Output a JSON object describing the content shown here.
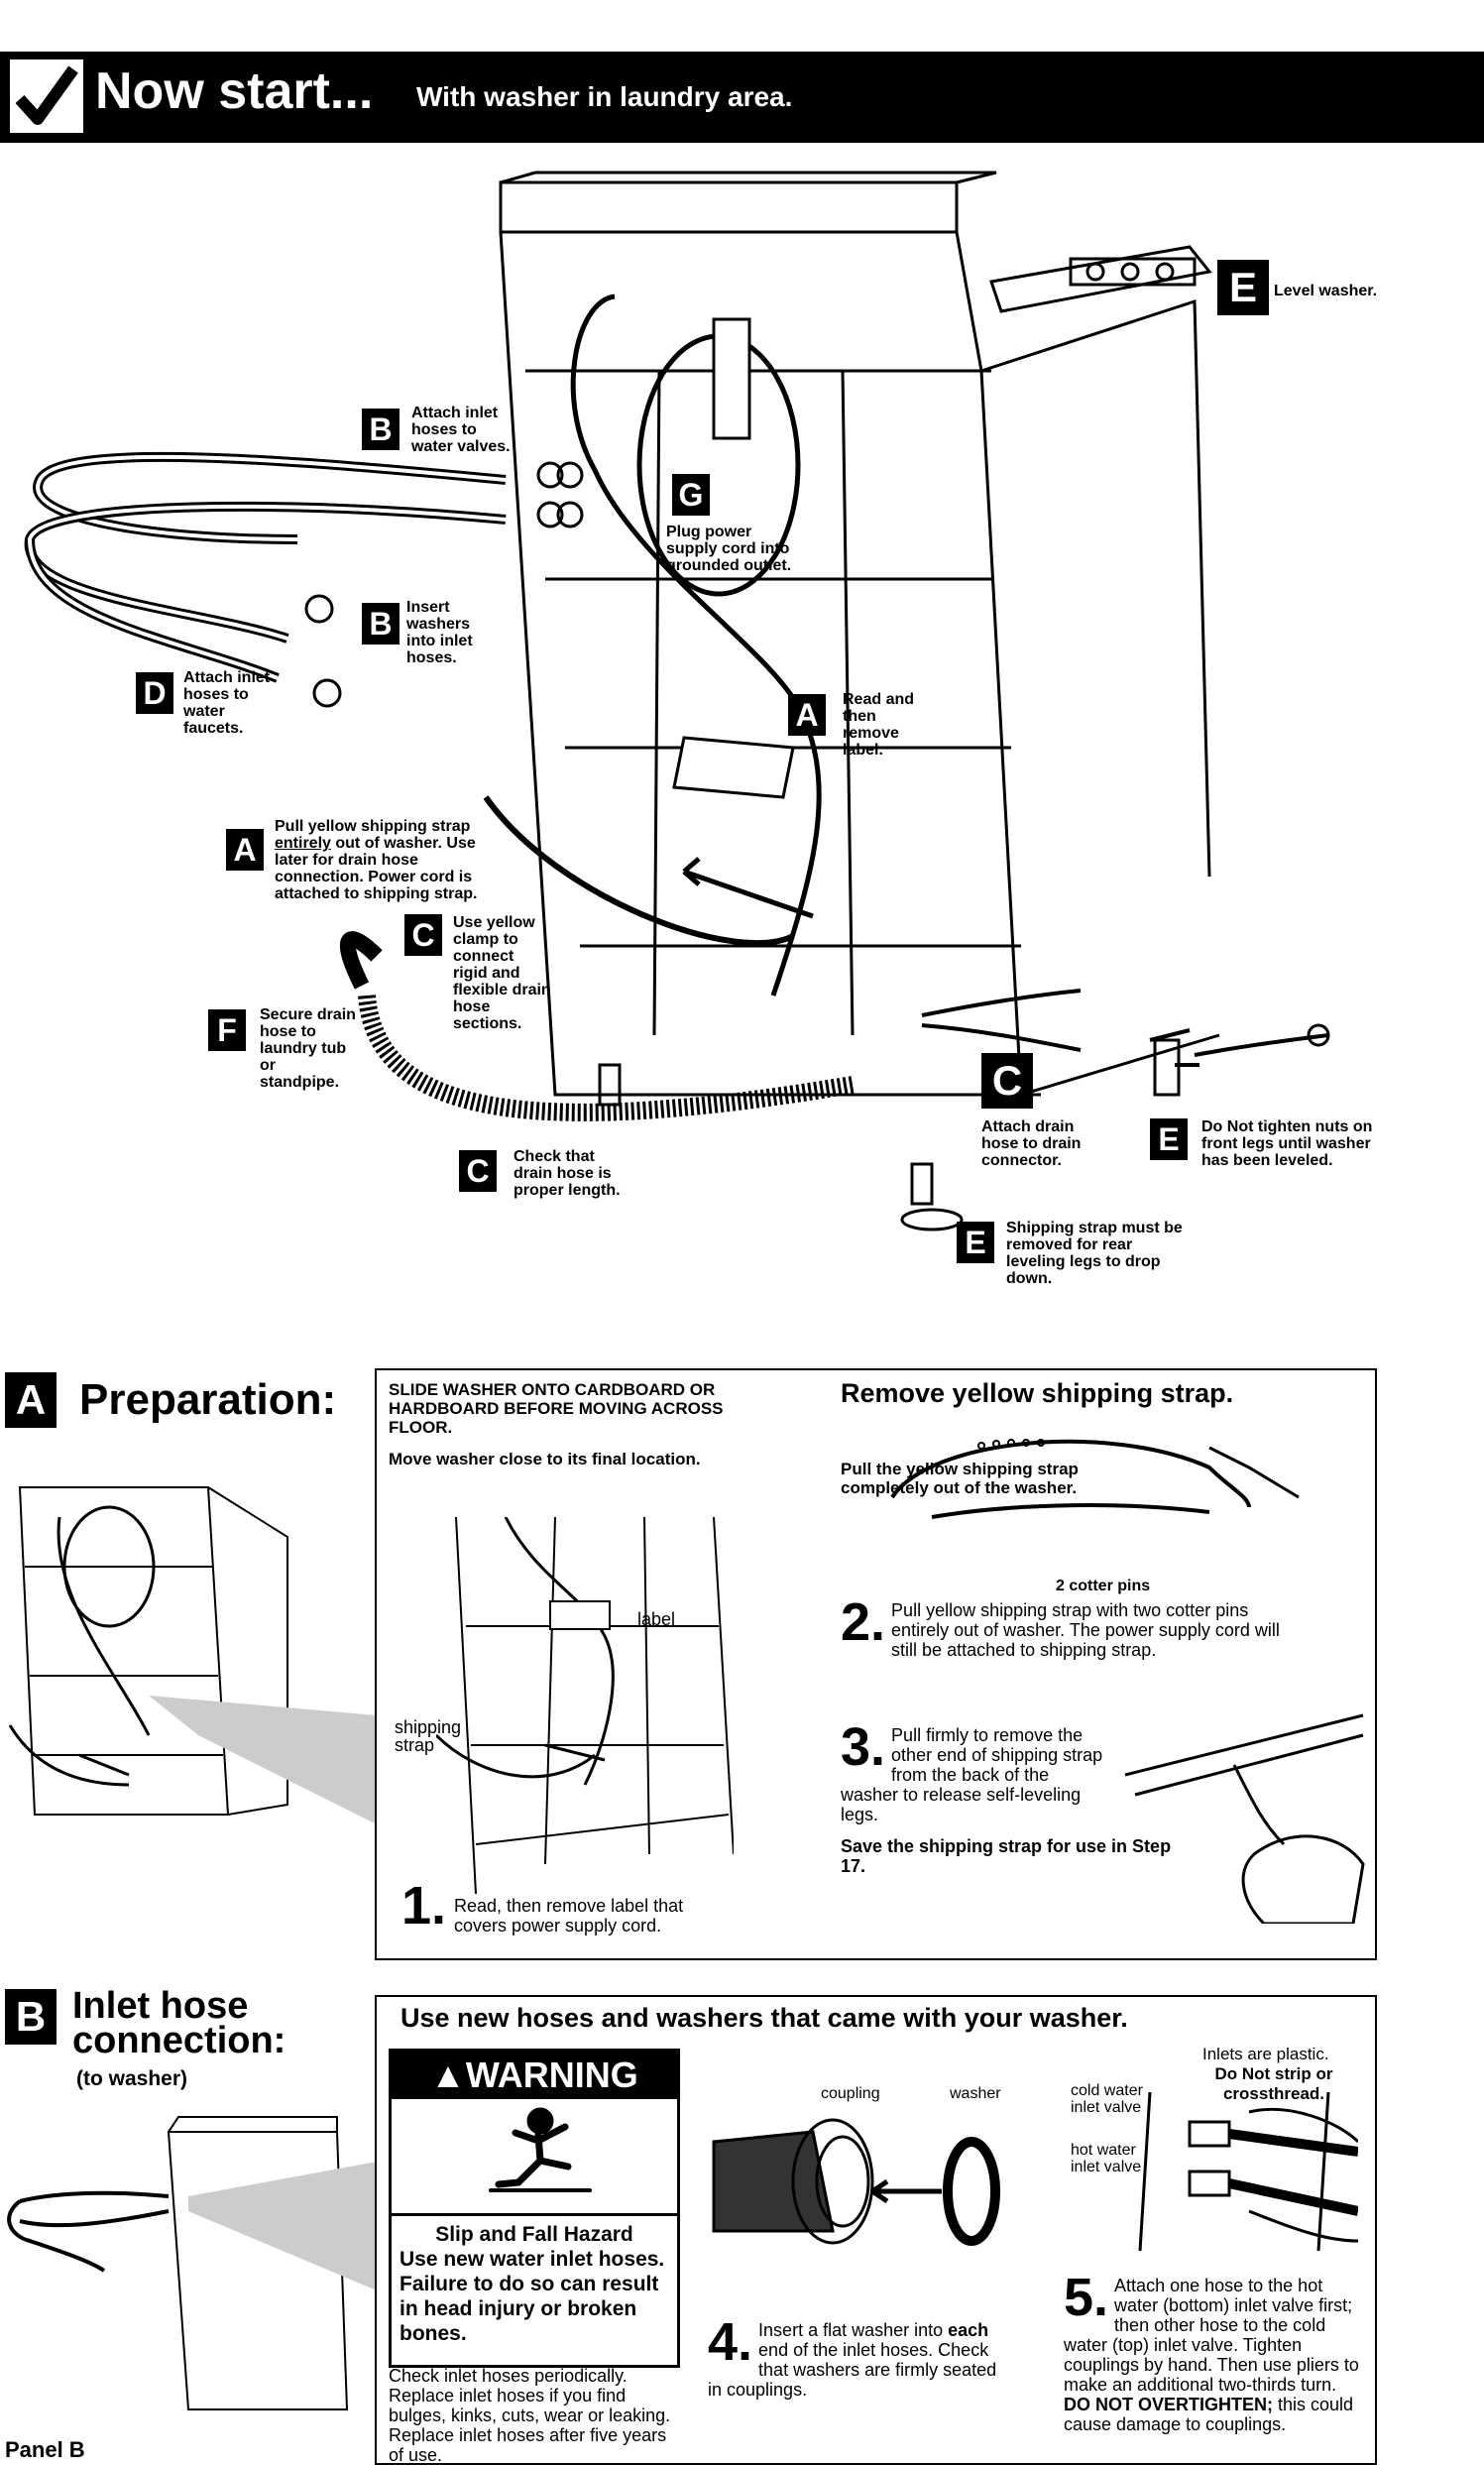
{
  "header": {
    "title": "Now start...",
    "subtitle": "With washer in laundry area."
  },
  "diagram_labels": {
    "e_level": {
      "letter": "E",
      "text": "Level washer."
    },
    "b_attach": {
      "letter": "B",
      "text": "Attach inlet hoses to water valves."
    },
    "g_plug": {
      "letter": "G",
      "text": "Plug power supply cord into grounded outlet."
    },
    "b_insert": {
      "letter": "B",
      "text": "Insert washers into inlet hoses."
    },
    "d_attach": {
      "letter": "D",
      "text": "Attach inlet hoses to water faucets."
    },
    "a_read": {
      "letter": "A",
      "text": "Read and then remove label."
    },
    "a_pull": {
      "letter": "A",
      "text_pre": "Pull yellow shipping strap ",
      "text_u": "entirely",
      "text_post": " out of washer. Use later for drain hose connection. Power cord is attached to shipping strap."
    },
    "c_clamp": {
      "letter": "C",
      "text": "Use yellow clamp to connect rigid and flexible drain hose sections."
    },
    "f_secure": {
      "letter": "F",
      "text": "Secure drain hose to laundry tub or standpipe."
    },
    "c_attach": {
      "letter": "C",
      "text": "Attach drain hose to drain connector."
    },
    "e_nuts": {
      "letter": "E",
      "text": "Do Not tighten nuts on front legs until washer has been leveled."
    },
    "c_check": {
      "letter": "C",
      "text": "Check that drain hose is proper length."
    },
    "e_strap": {
      "letter": "E",
      "text": "Shipping strap must be removed for rear leveling legs to drop down."
    }
  },
  "section_a": {
    "letter": "A",
    "title": "Preparation:",
    "slide": "SLIDE WASHER ONTO CARDBOARD OR HARDBOARD BEFORE MOVING ACROSS FLOOR.",
    "move": "Move washer close to its final location.",
    "label_callout": "label",
    "strap_callout": "shipping strap",
    "step1_num": "1.",
    "step1": "Read, then remove label that covers power supply cord.",
    "remove_title": "Remove yellow shipping strap.",
    "pull_bold": "Pull the yellow shipping strap completely out of the washer.",
    "cotter": "2 cotter pins",
    "step2_num": "2.",
    "step2": "Pull yellow shipping strap with two cotter pins entirely out of washer. The power supply cord will still be attached to shipping strap.",
    "step3_num": "3.",
    "step3": "Pull firmly to remove the other end of shipping strap from the back of the washer to release self-leveling legs.",
    "save": "Save the shipping strap for use in Step 17."
  },
  "section_b": {
    "letter": "B",
    "title_line1": "Inlet hose",
    "title_line2": "connection:",
    "sub": "(to washer)",
    "headline": "Use new hoses and washers that came with your washer.",
    "warning_head": "WARNING",
    "hazard": "Slip and Fall Hazard",
    "w1": "Use new water inlet hoses.",
    "w2": "Failure to do so can result in head injury or broken bones.",
    "check_text": "Check inlet hoses periodically. Replace inlet hoses if you find bulges, kinks, cuts, wear or leaking. Replace inlet hoses after five years of use.",
    "coupling": "coupling",
    "washer": "washer",
    "step4_num": "4.",
    "step4_pre": "Insert a flat washer into ",
    "step4_bold": "each",
    "step4_post": " end of the inlet hoses. Check that washers are firmly seated in couplings.",
    "inlets_plastic": "Inlets are plastic.",
    "do_not_strip": "Do Not strip or crossthread.",
    "cold_valve": "cold water inlet valve",
    "hot_valve": "hot water inlet valve",
    "step5_num": "5.",
    "step5": "Attach one hose to the hot water (bottom) inlet valve first; then other hose to the cold water (top) inlet valve. Tighten couplings by hand. Then use pliers to make an additional two-thirds turn.",
    "step5_bold": "DO NOT OVERTIGHTEN;",
    "step5_end": " this could cause damage to couplings."
  },
  "footer": {
    "panel": "Panel B"
  }
}
